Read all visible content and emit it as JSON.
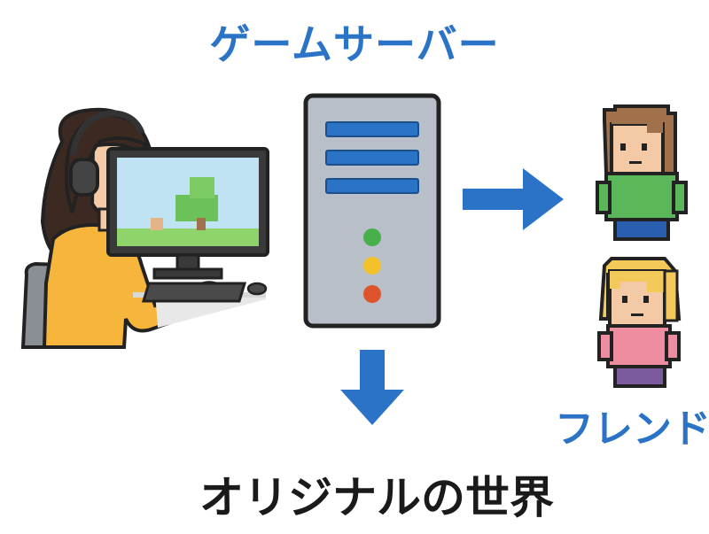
{
  "header": {
    "title": "ゲームサーバー"
  },
  "footer": {
    "title": "オリジナルの世界"
  },
  "friends": {
    "label": "フレンド"
  },
  "colors": {
    "accent": "#2a73c7",
    "server_body": "#b8bfc8",
    "led_green": "#48b04a",
    "led_yellow": "#f3c12a",
    "led_red": "#e0542b",
    "shirt_player": "#f6b63c",
    "friend1_shirt": "#5bb85a",
    "friend2_shirt": "#ee8da0"
  },
  "icons": [
    "player-at-computer-illustration",
    "server-icon",
    "arrow-right-icon",
    "arrow-down-icon",
    "friend-avatar-icon"
  ]
}
